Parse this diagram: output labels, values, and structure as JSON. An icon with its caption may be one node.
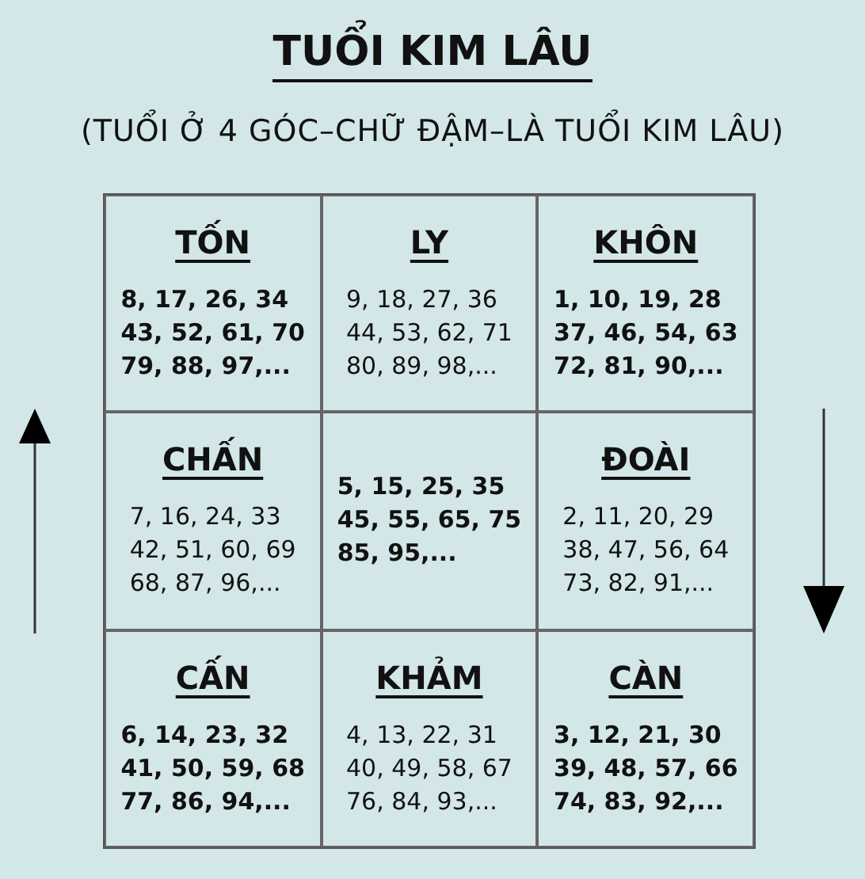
{
  "diagram": {
    "title": "TUỔI KIM LÂU",
    "nodes": [
      {
        "text": [
          "TỐN",
          "8, 17, 26, 34 43, 52, 61, 70 79, 88, 97,..."
        ]
      },
      {
        "text": [
          "LY",
          "9, 18, 27, 36 44, 53, 62, 71 80, 89, 98,..."
        ]
      },
      {
        "text": [
          "KHÔN",
          "1, 10, 19, 28 37, 46, 54, 63 72, 81, 90,..."
        ]
      },
      {
        "text": [
          "CHẤN",
          "7, 16, 24, 33 42, 51, 60, 69 68, 87, 96,..."
        ]
      },
      {
        "text": [
          "5, 15, 25, 35 45, 55, 65, 75 85, 95,..."
        ]
      },
      {
        "text": [
          "ĐOÀI",
          "2, 11, 20, 29 38, 47, 56, 64 73, 82, 91,..."
        ]
      },
      {
        "text": [
          "CẤN",
          "6, 14, 23, 32 41, 50, 59, 68 77, 86, 94,..."
        ]
      },
      {
        "text": [
          "KHẢM",
          "4, 13, 22, 31 40, 49, 58, 67 76, 84, 93,..."
        ]
      },
      {
        "text": [
          "CÀN",
          "3, 12, 21, 30 39, 48, 57, 66 74, 83, 92,..."
        ]
      }
    ],
    "labels": [
      "(TUỔI Ở 4 GÓC–CHỮ ĐẬM–LÀ TUỔI KIM LÂU)"
    ]
  }
}
